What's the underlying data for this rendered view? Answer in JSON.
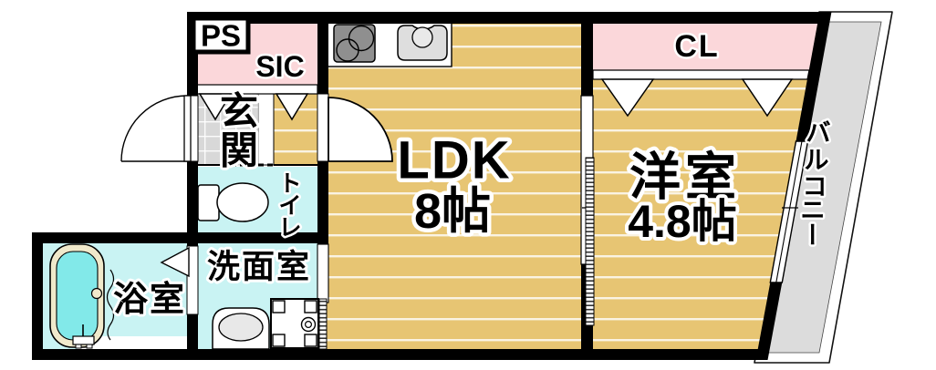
{
  "rooms": {
    "pipe_space": {
      "label": "PS"
    },
    "shoe_closet": {
      "label": "SIC"
    },
    "entrance": {
      "label": "玄関",
      "chars": [
        "玄",
        "関"
      ]
    },
    "ldk": {
      "label": "LDK",
      "size": "8帖"
    },
    "closet": {
      "label": "CL"
    },
    "western_room": {
      "label": "洋室",
      "size": "4.8帖"
    },
    "balcony": {
      "label": "バルコニー",
      "chars": [
        "バ",
        "ル",
        "コ",
        "ニ",
        "ー"
      ]
    },
    "toilet": {
      "label": "トイレ",
      "chars": [
        "ト",
        "イ",
        "レ"
      ]
    },
    "washroom": {
      "label": "洗面室"
    },
    "bathroom": {
      "label": "浴室"
    }
  },
  "colors": {
    "wall": "#000000",
    "floor_wood": "#e7c573",
    "floor_stripe": "#ffffff",
    "closet_pink": "#fbd7da",
    "wet_area_cyan": "#c9f3f3",
    "entrance_tile": "#d8d8d8",
    "balcony_gray": "#dcdcdc",
    "bathtub_rim": "#f0e9cb",
    "bathtub_water": "#82e9e9",
    "stove_gray": "#8f8f8f",
    "sink_gray": "#dedede"
  }
}
